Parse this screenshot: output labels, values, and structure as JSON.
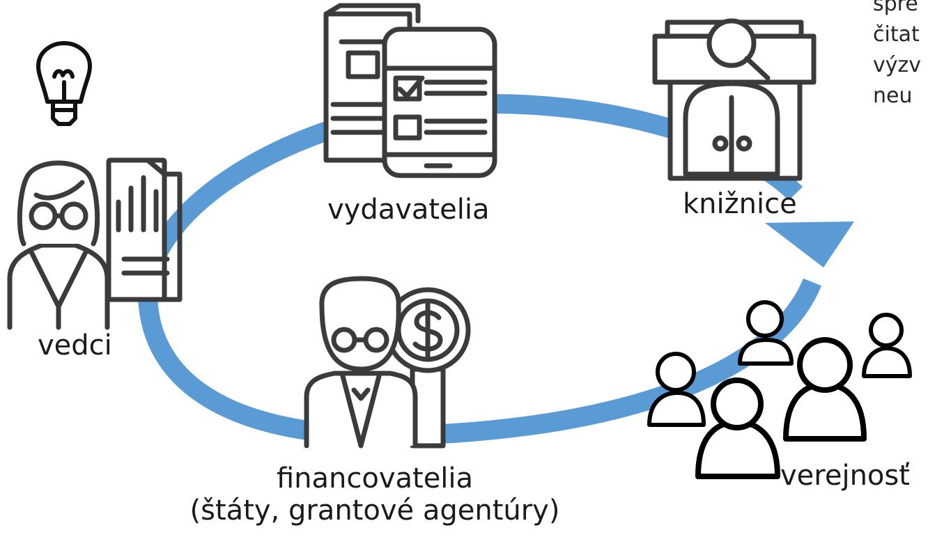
{
  "nodes": {
    "scientists": {
      "label": "vedci"
    },
    "publishers": {
      "label": "vydavatelia"
    },
    "libraries": {
      "label": "knižnice"
    },
    "funders": {
      "label_line1": "financovatelia",
      "label_line2": "(štáty, grantové agentúry)"
    },
    "public": {
      "label": "verejnosť"
    }
  },
  "side_note": {
    "lines": [
      "spre",
      "čitat",
      "výzv",
      "neu"
    ]
  },
  "icons": [
    "lightbulb-icon",
    "scientist-icon",
    "publication-icon",
    "library-icon",
    "funder-icon",
    "people-icon"
  ],
  "colors": {
    "cycle_arrow": "#5b9bd5",
    "icon_stroke": "#3b3b3b",
    "people_stroke": "#000000"
  }
}
